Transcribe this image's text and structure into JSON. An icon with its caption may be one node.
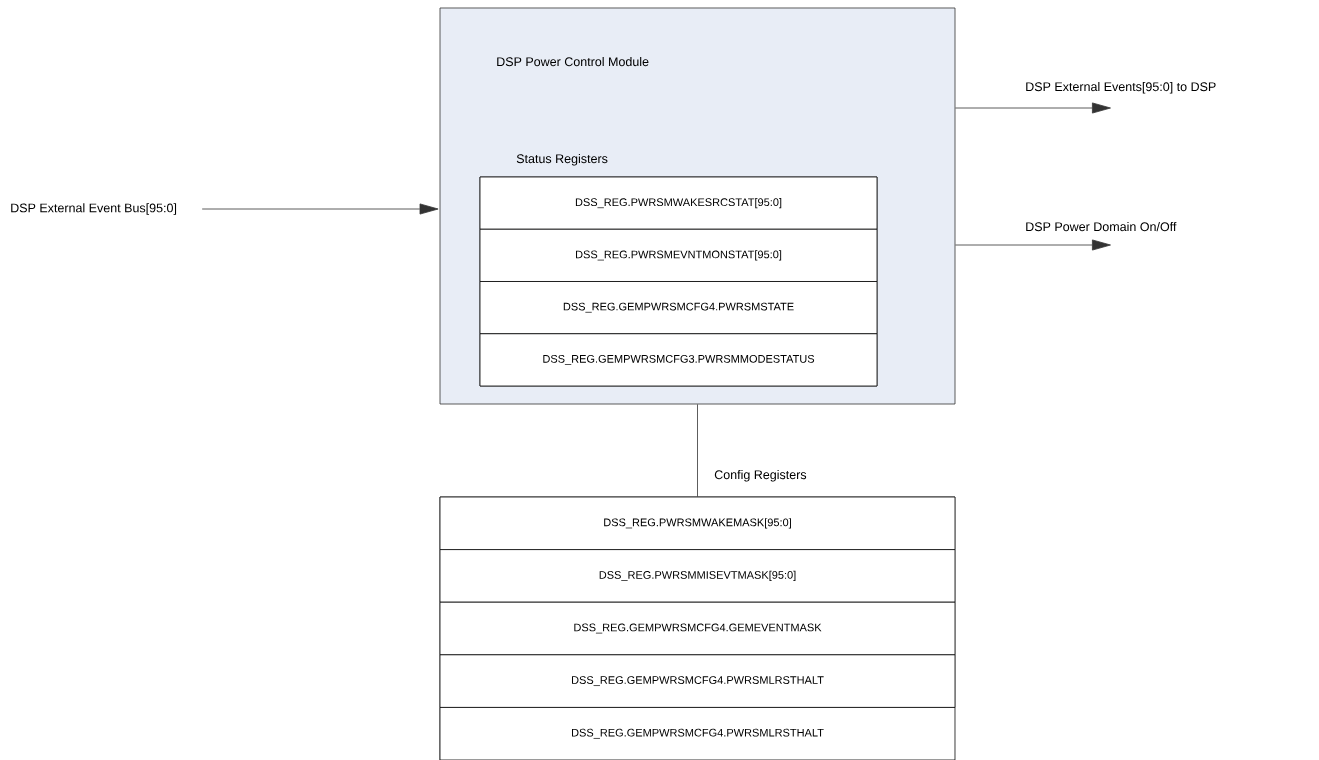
{
  "diagram": {
    "nodes": [
      {
        "text": [
          "DSP Power Control Module"
        ]
      },
      {
        "text": [
          "Status Registers"
        ],
        "in": 0
      },
      {
        "text": [
          "DSS_REG.PWRSMWAKESRCSTAT[95:0]"
        ],
        "in": 1
      },
      {
        "text": [
          "DSS_REG.PWRSMEVNTMONSTAT[95:0]"
        ],
        "in": 1
      },
      {
        "text": [
          "DSS_REG.GEMPWRSMCFG4.PWRSMSTATE"
        ],
        "in": 1
      },
      {
        "text": [
          "DSS_REG.GEMPWRSMCFG3.PWRSMMODESTATUS"
        ],
        "in": 1
      },
      {
        "text": [
          "Config Registers"
        ]
      },
      {
        "text": [
          "DSS_REG.PWRSMWAKEMASK[95:0]"
        ],
        "in": 6
      },
      {
        "text": [
          "DSS_REG.PWRSMMISEVTMASK[95:0]"
        ],
        "in": 6
      },
      {
        "text": [
          "DSS_REG.GEMPWRSMCFG4.GEMEVENTMASK"
        ],
        "in": 6
      },
      {
        "text": [
          "DSS_REG.GEMPWRSMCFG4.PWRSMLRSTHALT"
        ],
        "in": 6
      },
      {
        "text": [
          "DSS_REG.GEMPWRSMCFG4.PWRSMLRSTHALT"
        ],
        "in": 6
      },
      {
        "text": [
          "DSP External Event Bus[95:0]"
        ]
      }
    ],
    "edges": [
      {
        "from": 12,
        "to": 0,
        "arrow": "to"
      },
      {
        "from": 0,
        "to": 6,
        "arrow": "none"
      },
      {
        "from": 0,
        "to": null,
        "arrow": "to",
        "label": "DSP External Events[95:0] to DSP"
      },
      {
        "from": 0,
        "to": null,
        "arrow": "to",
        "label": "DSP Power Domain On/Off"
      }
    ]
  }
}
